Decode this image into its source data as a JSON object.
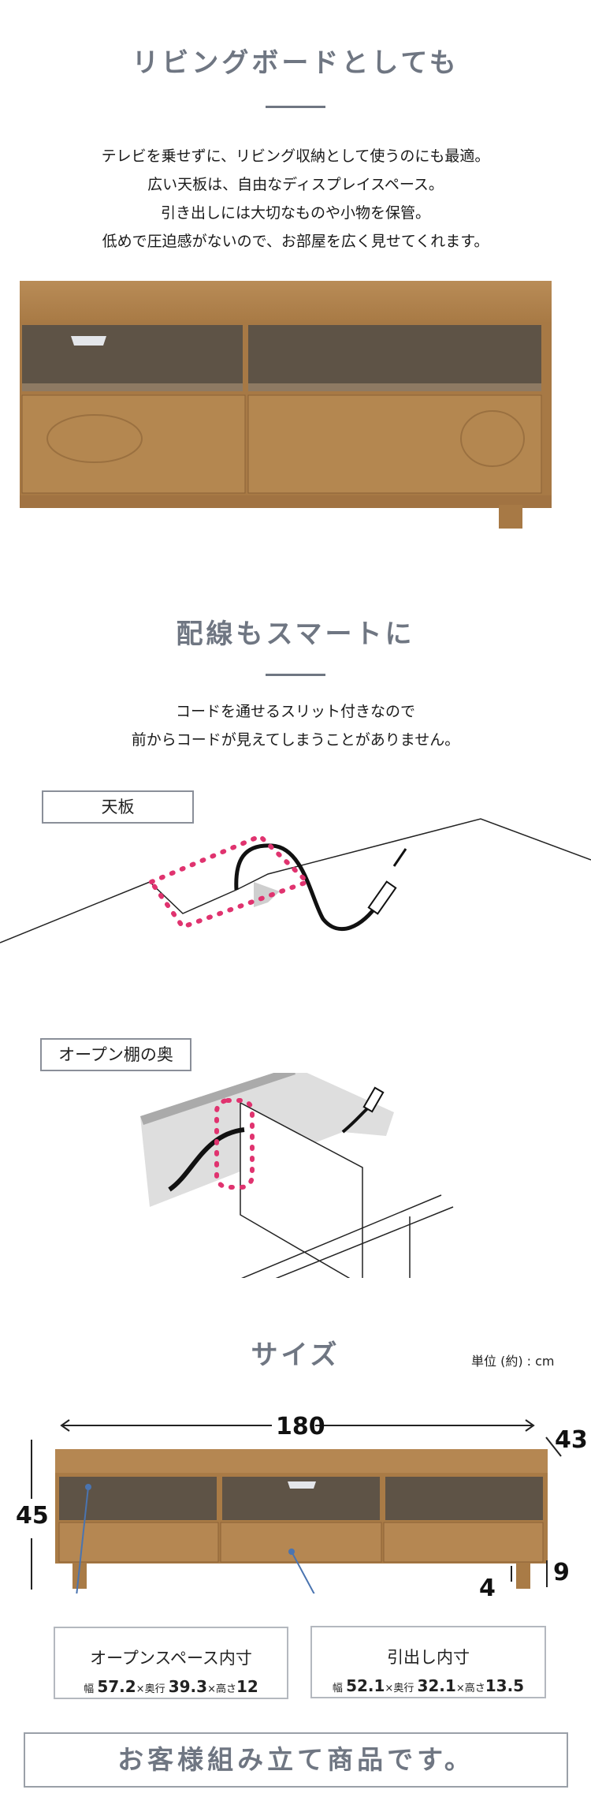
{
  "section_living": {
    "heading": "リビングボードとしても",
    "lines": [
      "テレビを乗せずに、リビング収納として使うのにも最適。",
      "広い天板は、自由なディスプレイスペース。",
      "引き出しには大切なものや小物を保管。",
      "低めで圧迫感がないので、お部屋を広く見せてくれます。"
    ]
  },
  "section_wiring": {
    "heading": "配線もスマートに",
    "lines": [
      "コードを通せるスリット付きなので",
      "前からコードが見えてしまうことがありません。"
    ],
    "diagram_top_label": "天板",
    "diagram_shelf_label": "オープン棚の奥"
  },
  "section_size": {
    "heading": "サイズ",
    "unit": "単位 (約) : cm",
    "width": "180",
    "depth": "43",
    "height": "45",
    "leg_height": "9",
    "clearance": "4",
    "open_space": {
      "title": "オープンスペース内寸",
      "w_label": "幅",
      "w": "57.2",
      "d_label": "×奥行",
      "d": "39.3",
      "h_label": "×高さ",
      "h": "12"
    },
    "drawer": {
      "title": "引出し内寸",
      "w_label": "幅",
      "w": "52.1",
      "d_label": "×奥行",
      "d": "32.1",
      "h_label": "×高さ",
      "h": "13.5"
    }
  },
  "notice": "お客様組み立て商品です。",
  "colors": {
    "heading": "#6f7682",
    "highlight_dots": "#e0336f",
    "pointer_line": "#4a74b0",
    "wood": "#b08050"
  }
}
